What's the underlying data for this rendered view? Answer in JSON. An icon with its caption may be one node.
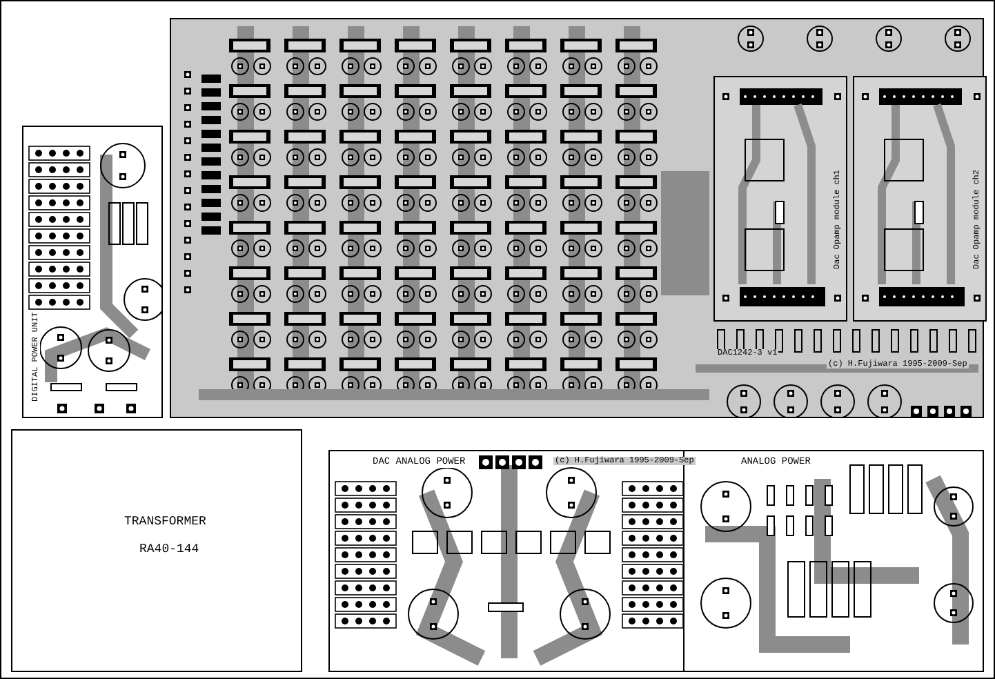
{
  "diagram": {
    "nodes": [
      {
        "text": [
          "DIGITAL POWER UNIT"
        ]
      },
      {
        "text": [],
        "shape": "box"
      },
      {
        "text": [
          "Dac Opamp module ch1"
        ],
        "in": 1
      },
      {
        "text": [
          "Dac Opamp module ch2"
        ],
        "in": 1
      },
      {
        "text": [
          "TRANSFORMER",
          "RA40-144"
        ]
      },
      {
        "text": [
          "DAC ANALOG POWER"
        ]
      },
      {
        "text": [
          "ANALOG POWER"
        ]
      }
    ],
    "labels": [
      "DAC1242-3 v1",
      "(c) H.Fujiwara 1995-2009-Sep",
      "(c) H.Fujiwara 1995-2009-Sep"
    ]
  }
}
